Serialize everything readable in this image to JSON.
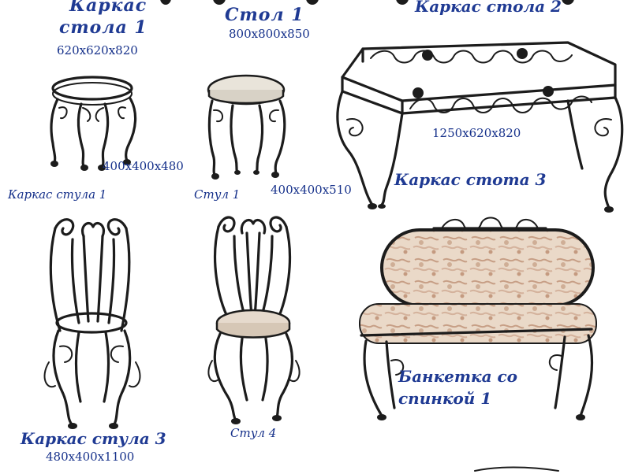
{
  "labels": {
    "karkas_stola_1_line1": "Каркас",
    "karkas_stola_1_line2": "стола 1",
    "karkas_stola_1_dims": "620x620x820",
    "stol_1": "Стол 1",
    "stol_1_dims": "800x800x850",
    "karkas_stola_2": "Каркас стола  2",
    "karkas_stola_3_dims": "1250x620x820",
    "karkas_stota_3": "Каркас стота  3",
    "karkas_stula_1_dims": "400x400x480",
    "karkas_stula_1": "Каркас стула 1",
    "stul_1": "Стул 1",
    "stul_1_dims": "400x400x510",
    "karkas_stula_3": "Каркас стула 3",
    "karkas_stula_3_dims": "480x400x1100",
    "stul_4": "Стул 4",
    "banketka_line1": "Банкетка со",
    "banketka_line2": "спинкой 1"
  },
  "colors": {
    "text": "#1f3a93",
    "iron": "#1c1c1c",
    "stool_top": "#e9e4da",
    "upholstery": "#e8d8c8",
    "upholstery_pattern": "#c9a58d"
  },
  "icons": {
    "stool_frame": "wrought-iron-stool-frame",
    "stool": "wrought-iron-stool-with-seat",
    "table_frame": "wrought-iron-table-frame",
    "chair_frame": "wrought-iron-chair-frame",
    "chair": "wrought-iron-chair-with-seat",
    "bench": "upholstered-bench-with-backrest"
  }
}
